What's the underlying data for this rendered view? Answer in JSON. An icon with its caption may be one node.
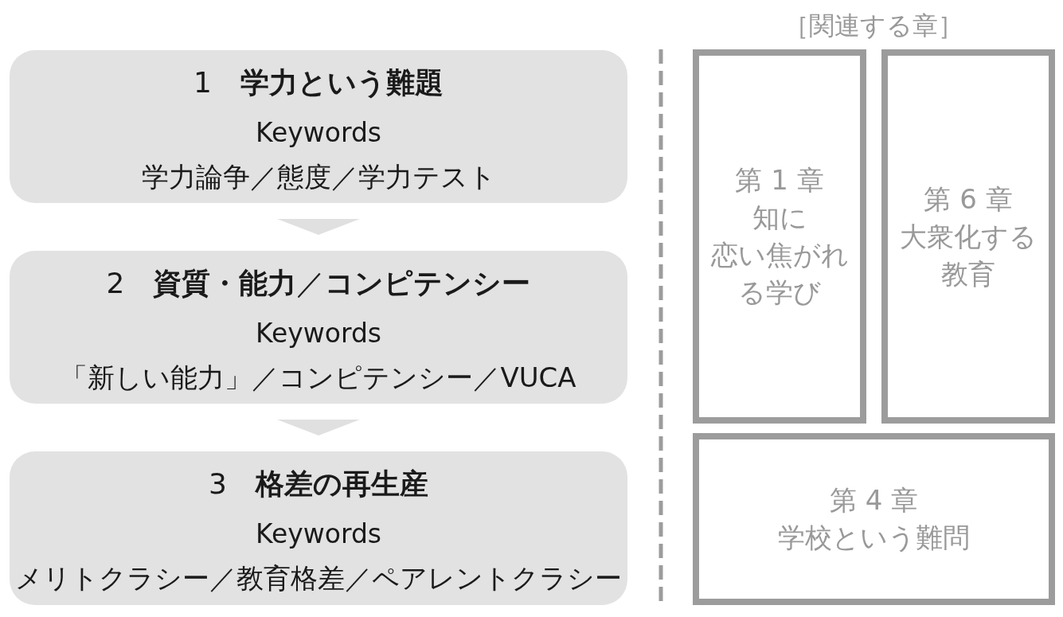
{
  "diagram": {
    "nodes": [
      {
        "text": [
          "1　**学力という難題**",
          "Keywords",
          "学力論争／態度／学力テスト"
        ]
      },
      {
        "text": [
          "2　**資質・能力**／**コンピテンシー**",
          "Keywords",
          "「新しい能力」／コンピテンシー／VUCA"
        ]
      },
      {
        "text": [
          "3　**格差の再生産**",
          "Keywords",
          "メリトクラシー／教育格差／ペアレントクラシー"
        ]
      },
      {
        "text": [
          "第 1 章",
          "知に恋い焦がれる学び"
        ]
      },
      {
        "text": [
          "第 6 章",
          "大衆化する教育"
        ]
      },
      {
        "text": [
          "第 4 章",
          "学校という難問"
        ]
      }
    ],
    "edges": [
      {
        "from": 0,
        "to": 1,
        "arrow": "to"
      },
      {
        "from": 1,
        "to": 2,
        "arrow": "to"
      }
    ],
    "labels": [
      "［関連する章］"
    ]
  }
}
